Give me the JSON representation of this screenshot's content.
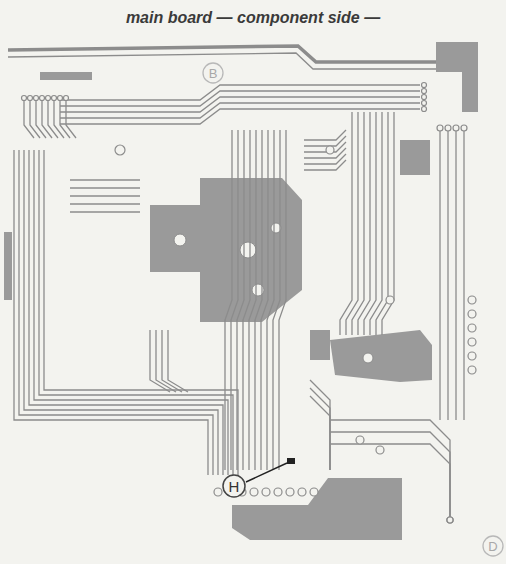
{
  "diagram": {
    "title": "main board — component side —",
    "labels": [
      "B",
      "H",
      "D"
    ]
  }
}
